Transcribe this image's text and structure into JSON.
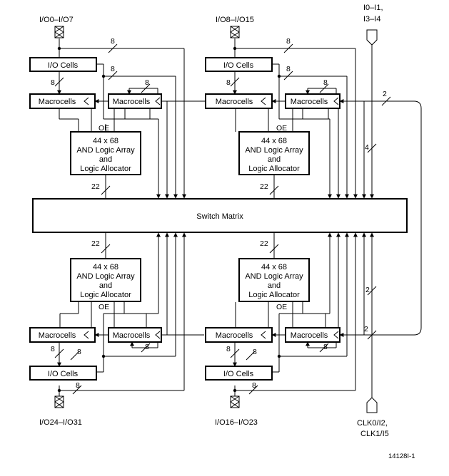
{
  "blocks": {
    "io_cells": "I/O Cells",
    "macrocells": "Macrocells",
    "and_array": [
      "44 x 68",
      "AND Logic Array",
      "and",
      "Logic Allocator"
    ],
    "switch_matrix": "Switch Matrix",
    "oe": "OE"
  },
  "pins": {
    "top_left": "I/O0–I/O7",
    "top_mid": "I/O8–I/O15",
    "top_right_1": "I0–I1,",
    "top_right_2": "I3–I4",
    "bottom_left": "I/O24–I/O31",
    "bottom_mid": "I/O16–I/O23",
    "bottom_right_1": "CLK0/I2,",
    "bottom_right_2": "CLK1/I5"
  },
  "bus_widths": {
    "eight": "8",
    "twenty_two": "22",
    "two": "2",
    "four": "4"
  },
  "figure_id": "14128I-1"
}
